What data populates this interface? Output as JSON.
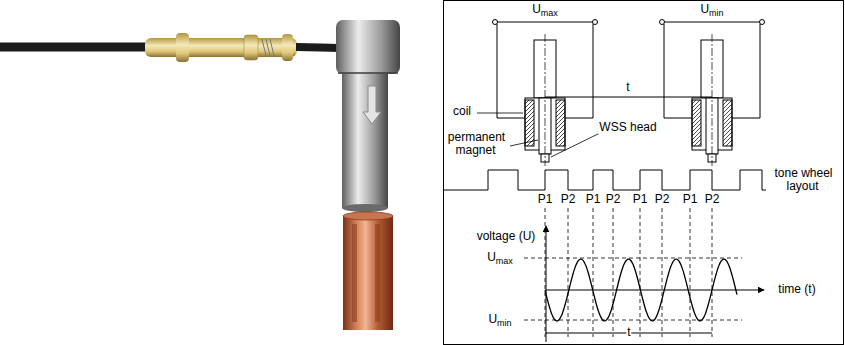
{
  "diagram": {
    "labels": [
      "Umax",
      "Umin",
      "t",
      "coil",
      "permanent magnet",
      "WSS head",
      "tone wheel layout",
      "P1",
      "P2",
      "P1",
      "P2",
      "P1",
      "P2",
      "P1",
      "P2",
      "voltage (U)",
      "Umax",
      "Umin",
      "time (t)",
      "t"
    ]
  }
}
